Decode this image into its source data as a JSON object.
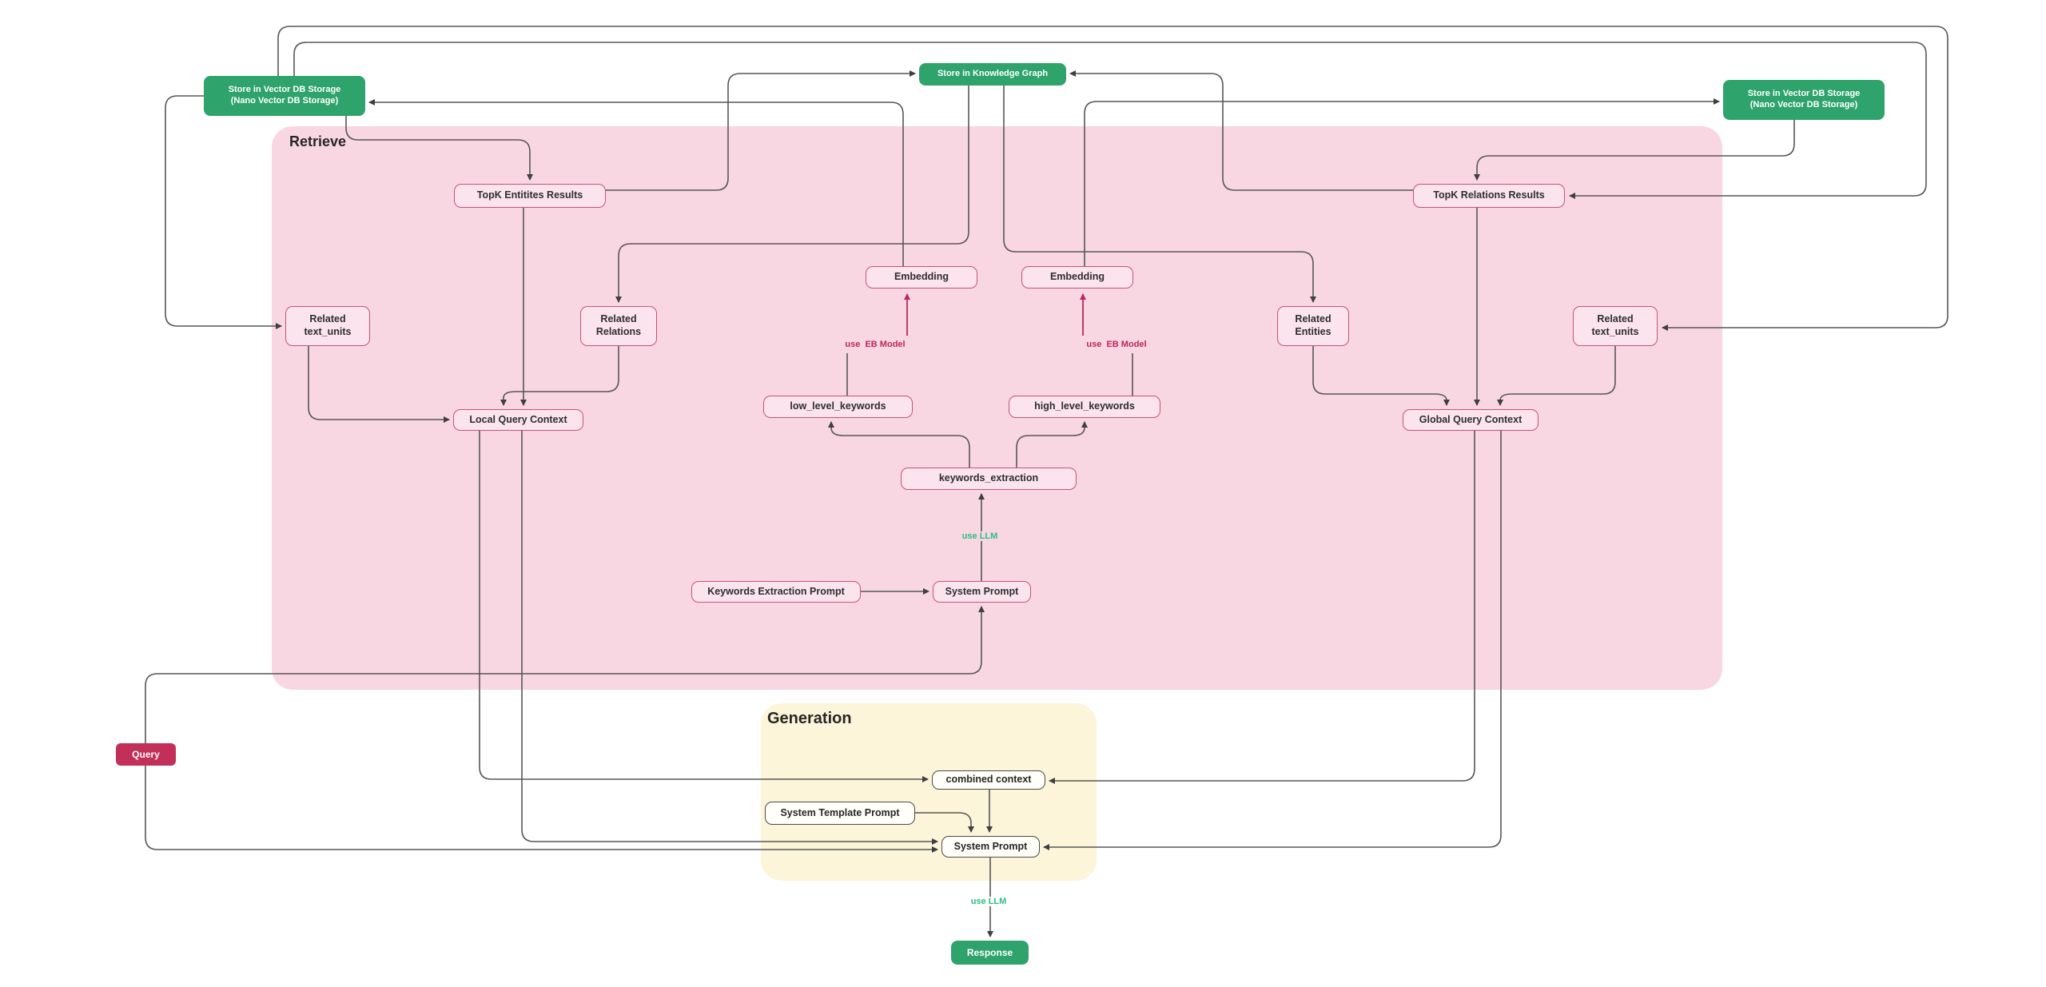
{
  "regions": {
    "retrieve": {
      "label": "Retrieve"
    },
    "generation": {
      "label": "Generation"
    }
  },
  "nodes": {
    "store_vec_left": {
      "line1": "Store in Vector DB Storage",
      "line2": "(Nano Vector DB Storage)"
    },
    "store_kg": {
      "label": "Store in Knowledge Graph"
    },
    "store_vec_right": {
      "line1": "Store in Vector DB Storage",
      "line2": "(Nano Vector DB Storage)"
    },
    "topk_entities": {
      "label": "TopK Entitites Results"
    },
    "topk_relations": {
      "label": "TopK Relations Results"
    },
    "embedding_left": {
      "label": "Embedding"
    },
    "embedding_right": {
      "label": "Embedding"
    },
    "related_text_units_left": {
      "line1": "Related",
      "line2": "text_units"
    },
    "related_relations": {
      "line1": "Related",
      "line2": "Relations"
    },
    "related_entities": {
      "line1": "Related",
      "line2": "Entities"
    },
    "related_text_units_right": {
      "line1": "Related",
      "line2": "text_units"
    },
    "local_query_context": {
      "label": "Local Query Context"
    },
    "global_query_context": {
      "label": "Global Query Context"
    },
    "low_level_keywords": {
      "label": "low_level_keywords"
    },
    "high_level_keywords": {
      "label": "high_level_keywords"
    },
    "keywords_extraction": {
      "label": "keywords_extraction"
    },
    "keywords_extraction_prompt": {
      "label": "Keywords Extraction Prompt"
    },
    "system_prompt_retrieve": {
      "label": "System Prompt"
    },
    "combined_context": {
      "label": "combined context"
    },
    "system_template_prompt": {
      "label": "System Template Prompt"
    },
    "system_prompt_generation": {
      "label": "System Prompt"
    },
    "query": {
      "label": "Query"
    },
    "response": {
      "label": "Response"
    }
  },
  "edge_labels": {
    "use_eb_model_left": "use  EB Model",
    "use_eb_model_right": "use  EB Model",
    "use_llm_extraction": "use LLM",
    "use_llm_generation": "use LLM"
  },
  "colors": {
    "retrieve_region": "#f8d7e3",
    "generation_region": "#fdf5d9",
    "pink_node_fill": "#fbe4ee",
    "pink_node_border": "#c85274",
    "green_node": "#2ea36c",
    "query_node": "#c22f58",
    "wire": "#575757",
    "crimson_wire": "#be2757",
    "green_label": "#2bbd84"
  }
}
